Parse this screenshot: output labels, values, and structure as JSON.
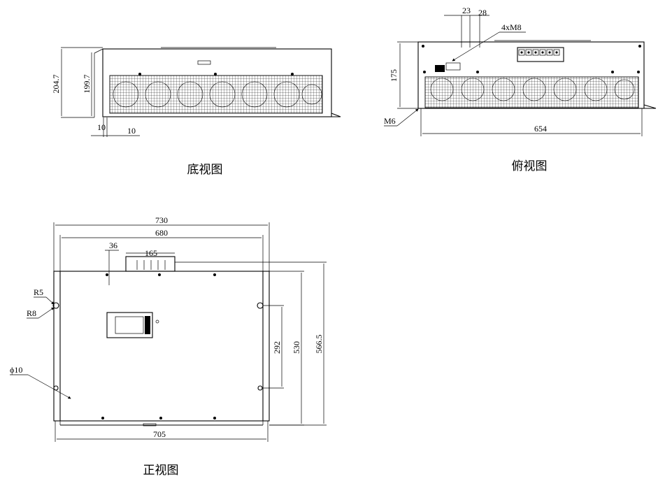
{
  "bottom_view": {
    "caption": "底视图",
    "dims": {
      "height_a": "204.7",
      "height_b": "199.7",
      "offset_a": "10",
      "offset_b": "10"
    }
  },
  "top_view": {
    "caption": "俯视图",
    "dims": {
      "d23": "23",
      "d28": "28",
      "bolt": "4xM8",
      "height": "175",
      "screw": "M6",
      "width": "654"
    }
  },
  "front_view": {
    "caption": "正视图",
    "dims": {
      "w730": "730",
      "w680": "680",
      "d36": "36",
      "d165": "165",
      "r5": "R5",
      "r8": "R8",
      "hole": "ϕ10",
      "h292": "292",
      "h530": "530",
      "h566": "566.5",
      "w705": "705"
    }
  }
}
